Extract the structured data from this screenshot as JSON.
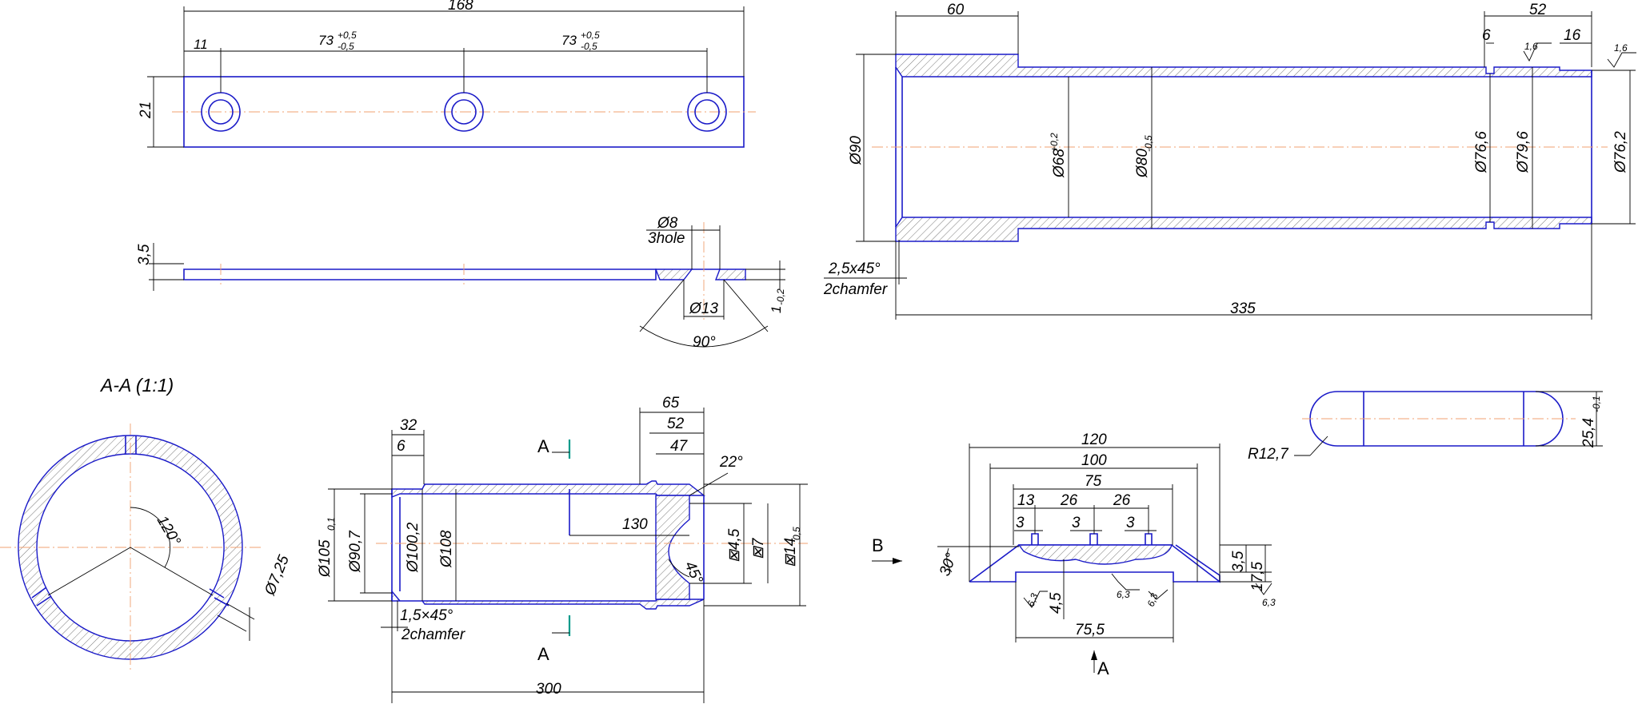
{
  "plate": {
    "overall_length": "168",
    "edge_offset": "11",
    "pitch_1": "73",
    "pitch_2": "73",
    "tol_upper": "+0,5",
    "tol_lower": "-0,5",
    "height": "21",
    "thickness": "3,5",
    "hole_dia": "Ø8",
    "hole_count": "3hole",
    "csk_dia": "Ø13",
    "csk_angle": "90°",
    "recess_depth": "1",
    "recess_tol": "-0,2"
  },
  "sleeve": {
    "len_60": "60",
    "len_52": "52",
    "groove_6": "6",
    "len_16": "16",
    "rough_1": "1,6",
    "rough_2": "1,6",
    "od_90": "Ø90",
    "id_68": "Ø68",
    "id_68_tol": "+0,2",
    "od_80": "Ø80",
    "od_80_tol": "-0,5",
    "groove_dia": "Ø76,6",
    "od_79": "Ø79,6",
    "od_76": "Ø76,2",
    "chamfer": "2,5x45°",
    "chamfer_note": "2chamfer",
    "total_length": "335"
  },
  "section_aa": {
    "title": "A-A (1:1)",
    "angle": "120°",
    "slot_width": "Ø7,25"
  },
  "housing": {
    "len_32": "32",
    "len_6": "6",
    "len_65": "65",
    "len_52": "52",
    "len_47": "47",
    "angle_22": "22°",
    "len_130": "130",
    "angle_45": "45°",
    "od_105": "Ø105",
    "od_105_tol": "0,1",
    "id_90_7": "Ø90,7",
    "id_100_2": "Ø100,2",
    "d_108": "Ø108",
    "sq_4_5": "⊠4,5",
    "sq_7": "⊠7",
    "sq_14": "⊠14",
    "sq_14_tol": "0,5",
    "chamfer": "1,5×45°",
    "chamfer_note": "2chamfer",
    "total_length": "300",
    "cut_letter_top": "A",
    "cut_letter_bottom": "A"
  },
  "rail": {
    "view_letter": "B",
    "len_120": "120",
    "len_100": "100",
    "len_75": "75",
    "len_13": "13",
    "len_26a": "26",
    "len_26b": "26",
    "slot_3a": "3",
    "slot_3b": "3",
    "slot_3c": "3",
    "angle_30": "30°",
    "h_3_5": "3,5",
    "h_17_5": "17,5",
    "h_4_5": "4,5",
    "base_75_5": "75,5",
    "rough_1": "6,3",
    "rough_2": "6,3",
    "rough_3": "6,3",
    "rough_4": "6,3",
    "view_arrow": "A"
  },
  "slot_plate": {
    "radius": "R12,7",
    "width": "25,4",
    "width_tol": "-0,1"
  }
}
